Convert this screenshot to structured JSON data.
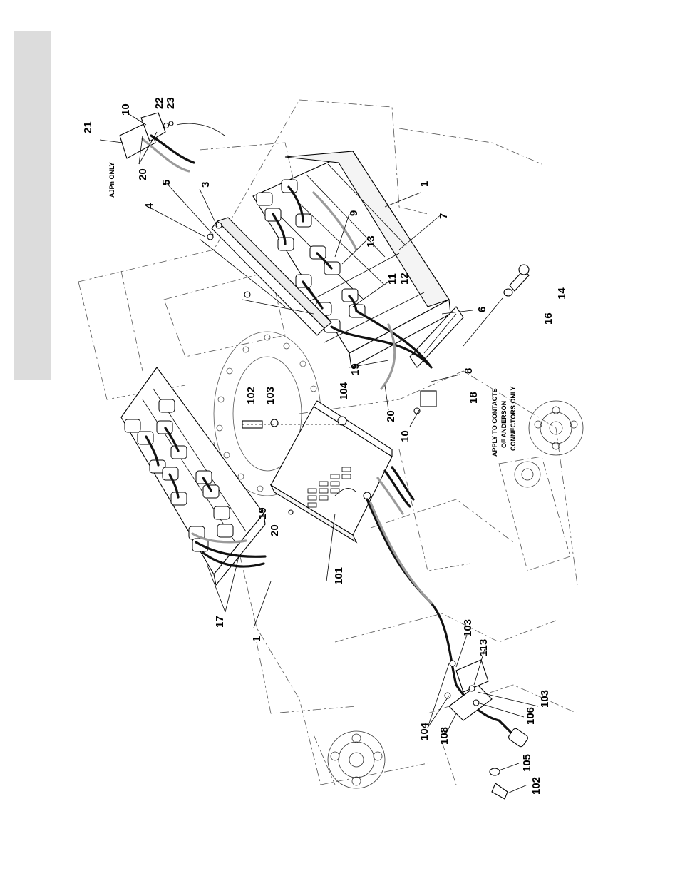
{
  "labels": {
    "l1a": "1",
    "l1b": "1",
    "l3": "3",
    "l4": "4",
    "l5": "5",
    "l6": "6",
    "l7": "7",
    "l8": "8",
    "l9": "9",
    "l10a": "10",
    "l10b": "10",
    "l11": "11",
    "l12": "12",
    "l13": "13",
    "l14": "14",
    "l16": "16",
    "l17": "17",
    "l18": "18",
    "l19a": "19",
    "l19b": "19",
    "l20a": "20",
    "l20b": "20",
    "l20c": "20",
    "l21": "21",
    "l22": "22",
    "l23": "23",
    "l101": "101",
    "l102a": "102",
    "l102b": "102",
    "l103a": "103",
    "l103b": "103",
    "l103c": "103",
    "l104a": "104",
    "l104b": "104",
    "l105": "105",
    "l106": "106",
    "l108": "108",
    "l113": "113"
  },
  "notes": {
    "ajpn": "AJPn ONLY",
    "anderson_1": "APPLY TO CONTACTS",
    "anderson_2": "OF ANDERSON",
    "anderson_3": "CONNECTORS ONLY"
  }
}
